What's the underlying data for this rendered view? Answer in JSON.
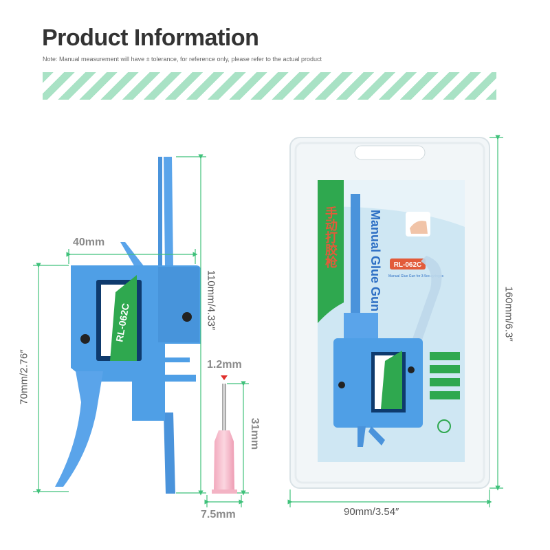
{
  "header": {
    "title": "Product Information",
    "note": "Note: Manual measurement will have ± tolerance, for reference only, please refer to the actual product"
  },
  "dimensions": {
    "width_left": "40mm",
    "height_left": "70mm/2.76″",
    "height_gun": "110mm/4.33″",
    "needle_diameter": "1.2mm",
    "needle_length": "31mm",
    "needle_base": "7.5mm",
    "package_height": "160mm/6.3″",
    "package_width": "90mm/3.54″"
  },
  "product": {
    "model_label": "RL-062C",
    "package_title_en": "Manual Glue Gun",
    "package_title_cn": "手动打胶枪",
    "package_badge": "RL-062C",
    "package_desc": "Manual Glue Gun for 3-5cc syringes"
  },
  "colors": {
    "accent_green": "#a9e2c5",
    "gun_blue": "#4a9ae0",
    "dim_line_green": "#3fc17a",
    "package_green": "#2fa84f",
    "package_red": "#e25b3a",
    "package_blue": "#2d6fc4"
  }
}
